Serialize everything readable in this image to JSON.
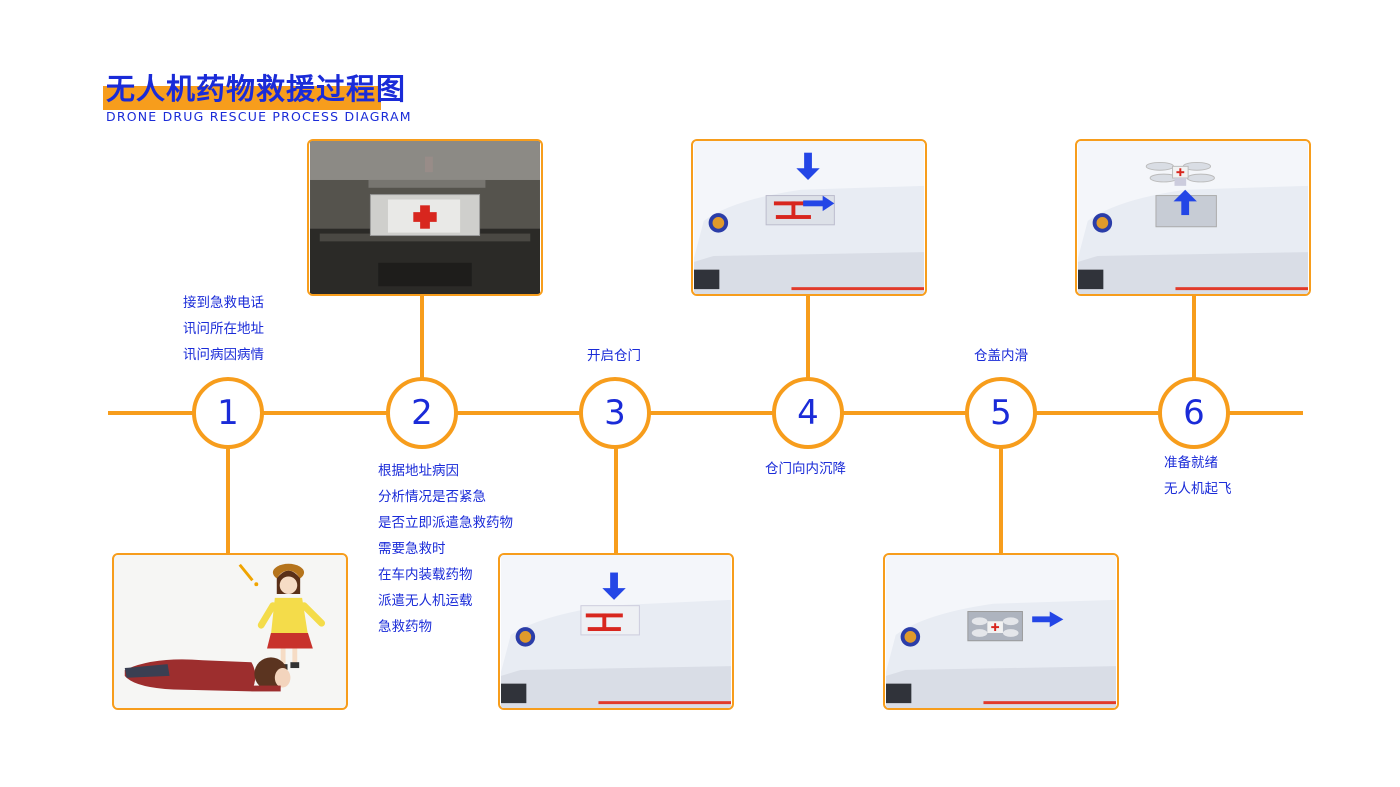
{
  "title": {
    "cn": "无人机药物救援过程图",
    "en": "DRONE DRUG RESCUE PROCESS DIAGRAM"
  },
  "steps": [
    {
      "number": "1",
      "lines": [
        "接到急救电话",
        "讯问所在地址",
        "讯问病因病情"
      ]
    },
    {
      "number": "2",
      "lines": [
        "根据地址病因",
        "分析情况是否紧急",
        "是否立即派遣急救药物",
        "需要急救时",
        "在车内装载药物",
        "派遣无人机运载",
        "急救药物"
      ]
    },
    {
      "number": "3",
      "lines": [
        "开启仓门"
      ]
    },
    {
      "number": "4",
      "lines": [
        "仓门向内沉降"
      ]
    },
    {
      "number": "5",
      "lines": [
        "仓盖内滑"
      ]
    },
    {
      "number": "6",
      "lines": [
        "准备就绪",
        "无人机起飞"
      ]
    }
  ],
  "colors": {
    "accent": "#f79d1c",
    "text": "#1a2bd8",
    "arrow": "#2446e6",
    "cross": "#d8261e"
  }
}
